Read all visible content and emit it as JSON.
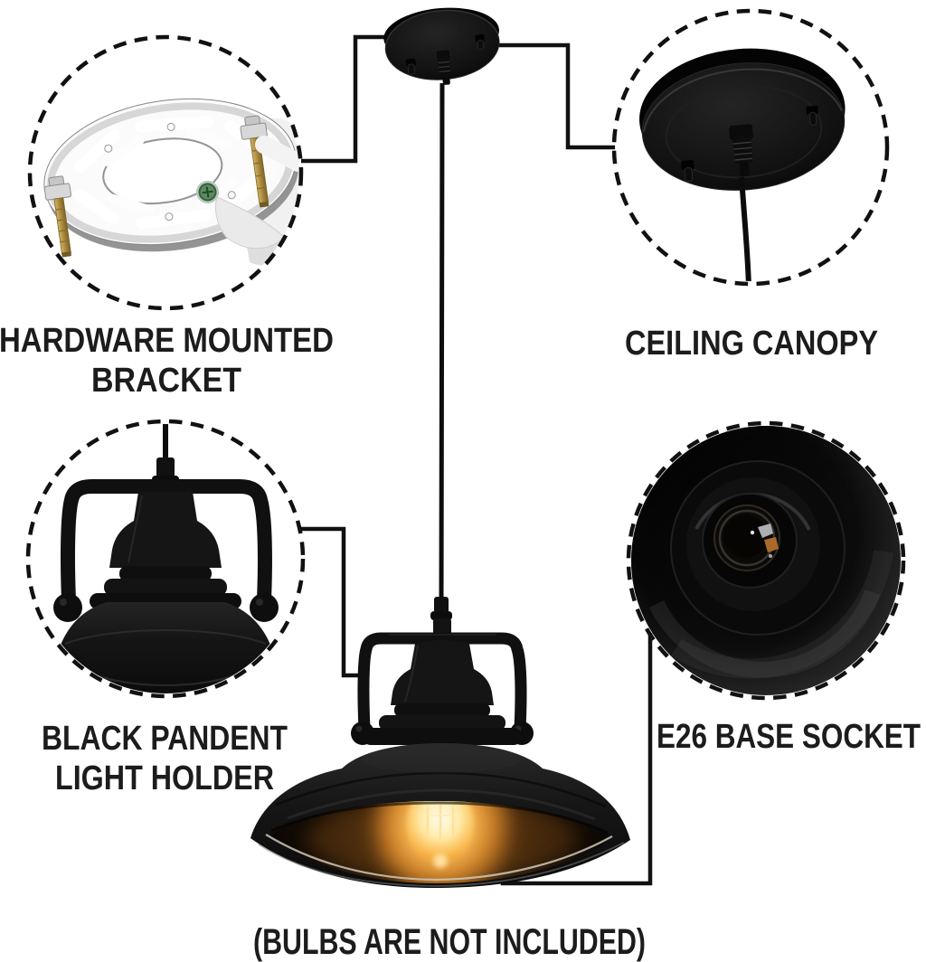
{
  "product_diagram": {
    "callouts": [
      {
        "id": "hardware-mounted-bracket",
        "label_lines": [
          "HARDWARE MOUNTED",
          "BRACKET"
        ]
      },
      {
        "id": "ceiling-canopy",
        "label_lines": [
          "CEILING CANOPY"
        ]
      },
      {
        "id": "black-pendant-light-holder",
        "label_lines": [
          "BLACK PANDENT",
          "LIGHT HOLDER"
        ]
      },
      {
        "id": "e26-base-socket",
        "label_lines": [
          "E26 BASE SOCKET"
        ]
      }
    ],
    "footnote": "(BULBS ARE NOT INCLUDED)"
  },
  "colors": {
    "background": "#ffffff",
    "text": "#1c1c1c",
    "callout_line": "#111111",
    "fixture_black": "#121212",
    "bulb_glow": "#f7a832",
    "bracket_silver": "#d6d6d6",
    "screw_brass": "#b08f3e",
    "ground_screw_green": "#5d8a62"
  }
}
